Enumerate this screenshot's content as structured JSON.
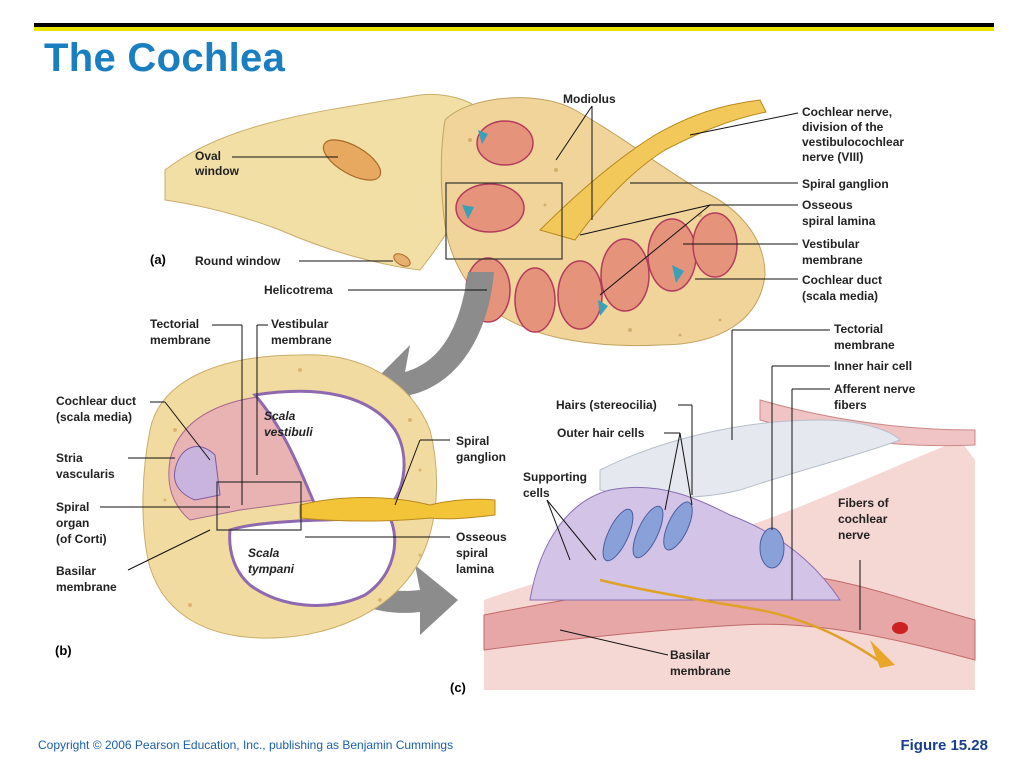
{
  "slide": {
    "title": "The Cochlea",
    "copyright": "Copyright © 2006 Pearson Education, Inc., publishing as Benjamin Cummings",
    "figure": "Figure 15.28"
  },
  "panels": {
    "a": "(a)",
    "b": "(b)",
    "c": "(c)"
  },
  "labels_a": {
    "modiolus": "Modiolus",
    "oval_window_1": "Oval",
    "oval_window_2": "window",
    "round_window": "Round window",
    "helicotrema": "Helicotrema",
    "cochlear_nerve_1": "Cochlear nerve,",
    "cochlear_nerve_2": "division of the",
    "cochlear_nerve_3": "vestibulocochlear",
    "cochlear_nerve_4": "nerve (VIII)",
    "spiral_ganglion": "Spiral ganglion",
    "osseous_1": "Osseous",
    "osseous_2": "spiral lamina",
    "vestibular_1": "Vestibular",
    "vestibular_2": "membrane",
    "duct_1": "Cochlear duct",
    "duct_2": "(scala media)"
  },
  "labels_b": {
    "tectorial_1": "Tectorial",
    "tectorial_2": "membrane",
    "vestibular_1": "Vestibular",
    "vestibular_2": "membrane",
    "duct_1": "Cochlear duct",
    "duct_2": "(scala media)",
    "stria_1": "Stria",
    "stria_2": "vascularis",
    "spiral_organ_1": "Spiral",
    "spiral_organ_2": "organ",
    "spiral_organ_3": "(of Corti)",
    "basilar_1": "Basilar",
    "basilar_2": "membrane",
    "scala_vestibuli_1": "Scala",
    "scala_vestibuli_2": "vestibuli",
    "scala_tympani_1": "Scala",
    "scala_tympani_2": "tympani",
    "spiral_ganglion_1": "Spiral",
    "spiral_ganglion_2": "ganglion",
    "osseous_1": "Osseous",
    "osseous_2": "spiral",
    "osseous_3": "lamina"
  },
  "labels_c": {
    "tectorial_1": "Tectorial",
    "tectorial_2": "membrane",
    "inner_hair": "Inner hair cell",
    "afferent_1": "Afferent nerve",
    "afferent_2": "fibers",
    "hairs": "Hairs (stereocilia)",
    "outer_hair": "Outer hair cells",
    "supporting_1": "Supporting",
    "supporting_2": "cells",
    "fibers_1": "Fibers of",
    "fibers_2": "cochlear",
    "fibers_3": "nerve",
    "basilar_1": "Basilar",
    "basilar_2": "membrane"
  },
  "colors": {
    "title": "#1a7fc1",
    "bone": "#f3dca0",
    "duct_pink": "#e9a08a",
    "membrane_purple": "#c9b4dd",
    "nerve_yellow": "#f2c437",
    "arrow_gray": "#8c8c8c"
  }
}
